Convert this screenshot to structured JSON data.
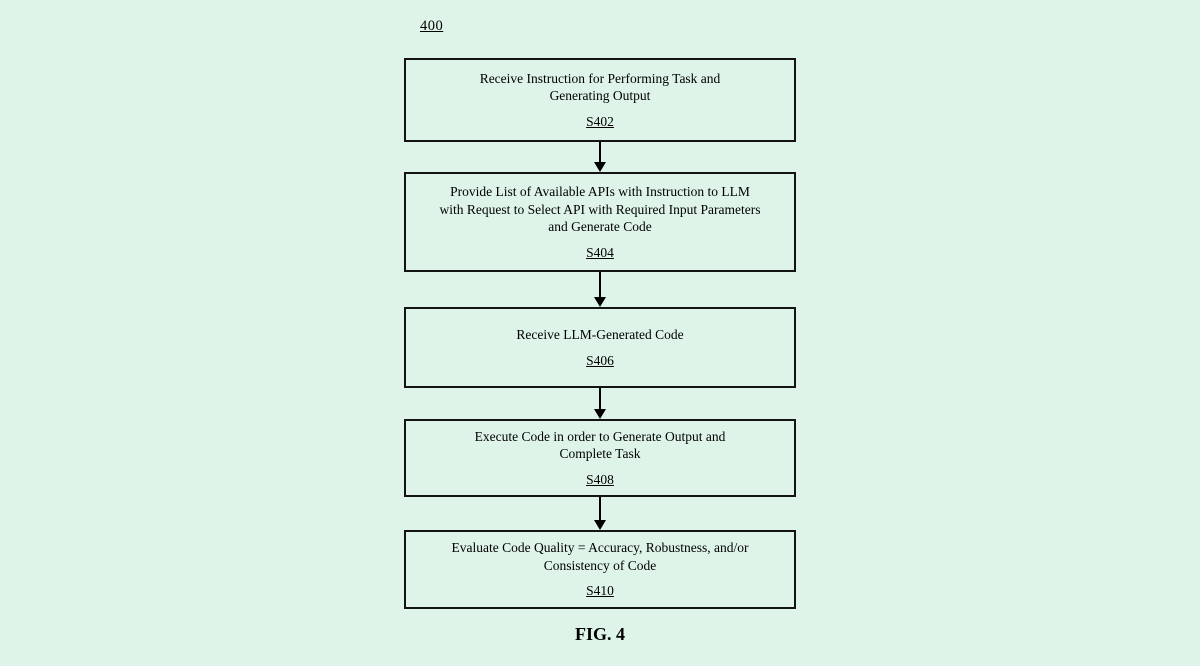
{
  "colors": {
    "background": "#def4e8",
    "line": "#000000",
    "text": "#000000"
  },
  "figure": {
    "ref_label": "400",
    "caption": "FIG. 4"
  },
  "flowchart": {
    "steps": [
      {
        "id": "S402",
        "lines": [
          "Receive Instruction for Performing Task and",
          "Generating Output",
          ""
        ]
      },
      {
        "id": "S404",
        "lines": [
          "Provide List of Available APIs with Instruction to LLM",
          "with Request to Select API with Required Input Parameters",
          "and Generate Code"
        ]
      },
      {
        "id": "S406",
        "lines": [
          "Receive LLM-Generated Code",
          "",
          ""
        ]
      },
      {
        "id": "S408",
        "lines": [
          "Execute Code in order to Generate Output and",
          "Complete Task",
          ""
        ]
      },
      {
        "id": "S410",
        "lines": [
          "Evaluate Code Quality = Accuracy, Robustness, and/or",
          "Consistency of Code",
          ""
        ]
      }
    ]
  }
}
